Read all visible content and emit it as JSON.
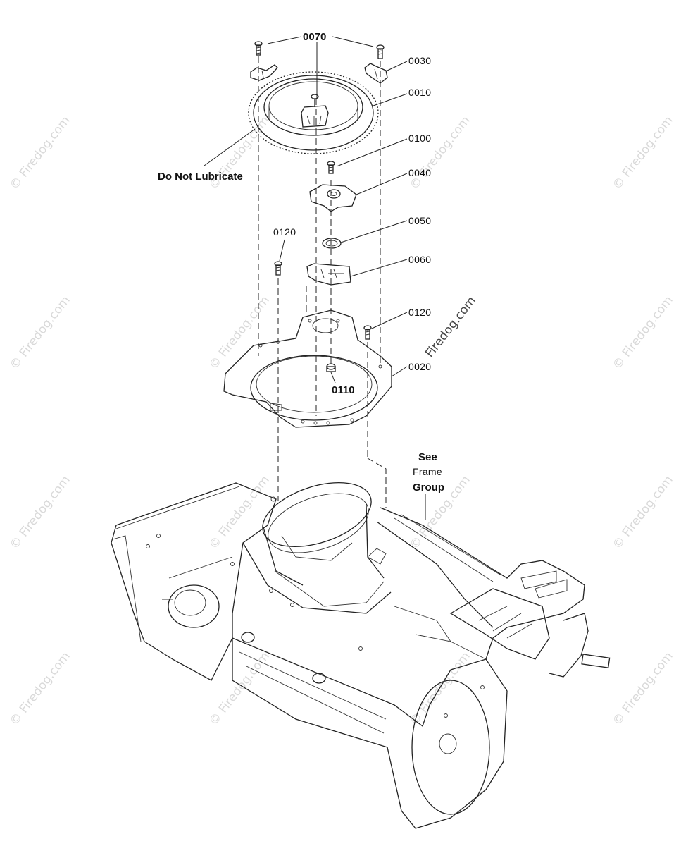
{
  "labels": {
    "p0070": "0070",
    "p0030": "0030",
    "p0010": "0010",
    "p0100": "0100",
    "p0040": "0040",
    "p0050": "0050",
    "p0060": "0060",
    "p0120_left": "0120",
    "p0120_right": "0120",
    "p0020": "0020",
    "p0110": "0110",
    "note_lubricate": "Do Not Lubricate",
    "see": "See",
    "frame": "Frame",
    "group": "Group"
  },
  "watermark": {
    "text": "© Firedog.com",
    "center_text": "Firedog.com"
  }
}
